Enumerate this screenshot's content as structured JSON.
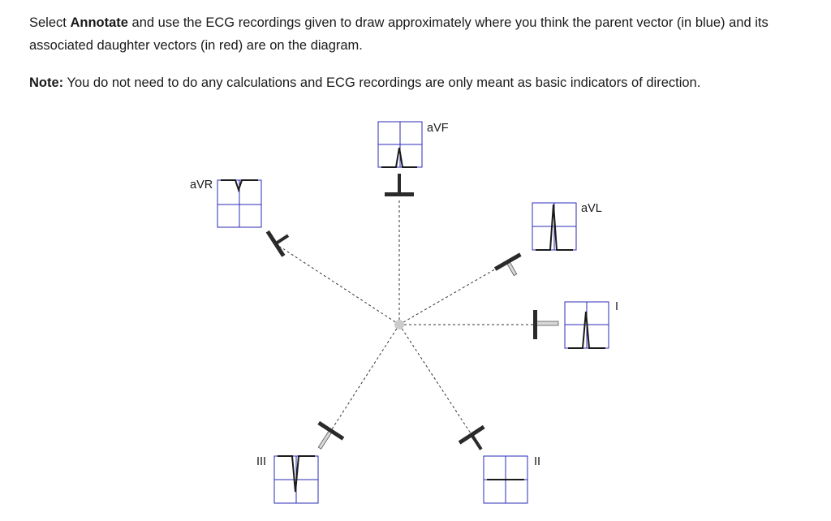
{
  "instructions": {
    "line1_pre": "Select ",
    "line1_bold": "Annotate",
    "line1_post": " and use the ECG recordings given to draw approximately where you think the parent vector (in blue) and its associated daughter vectors (in red) are on the diagram.",
    "note_bold": "Note:",
    "note_text": " You do not need to do any calculations and ECG recordings are only meant as basic indicators of direction."
  },
  "diagram": {
    "leads": [
      {
        "id": "aVF",
        "label": "aVF"
      },
      {
        "id": "aVR",
        "label": "aVR"
      },
      {
        "id": "aVL",
        "label": "aVL"
      },
      {
        "id": "I",
        "label": "I"
      },
      {
        "id": "III",
        "label": "III"
      },
      {
        "id": "II",
        "label": "II"
      }
    ],
    "colors": {
      "grid": "#2b2bb8",
      "trace": "#1a1a1a",
      "axis_line": "#333333",
      "center_dot": "#cccccc",
      "electrode_dark": "#2a2a2a",
      "electrode_light": "#d8d8d8"
    }
  }
}
